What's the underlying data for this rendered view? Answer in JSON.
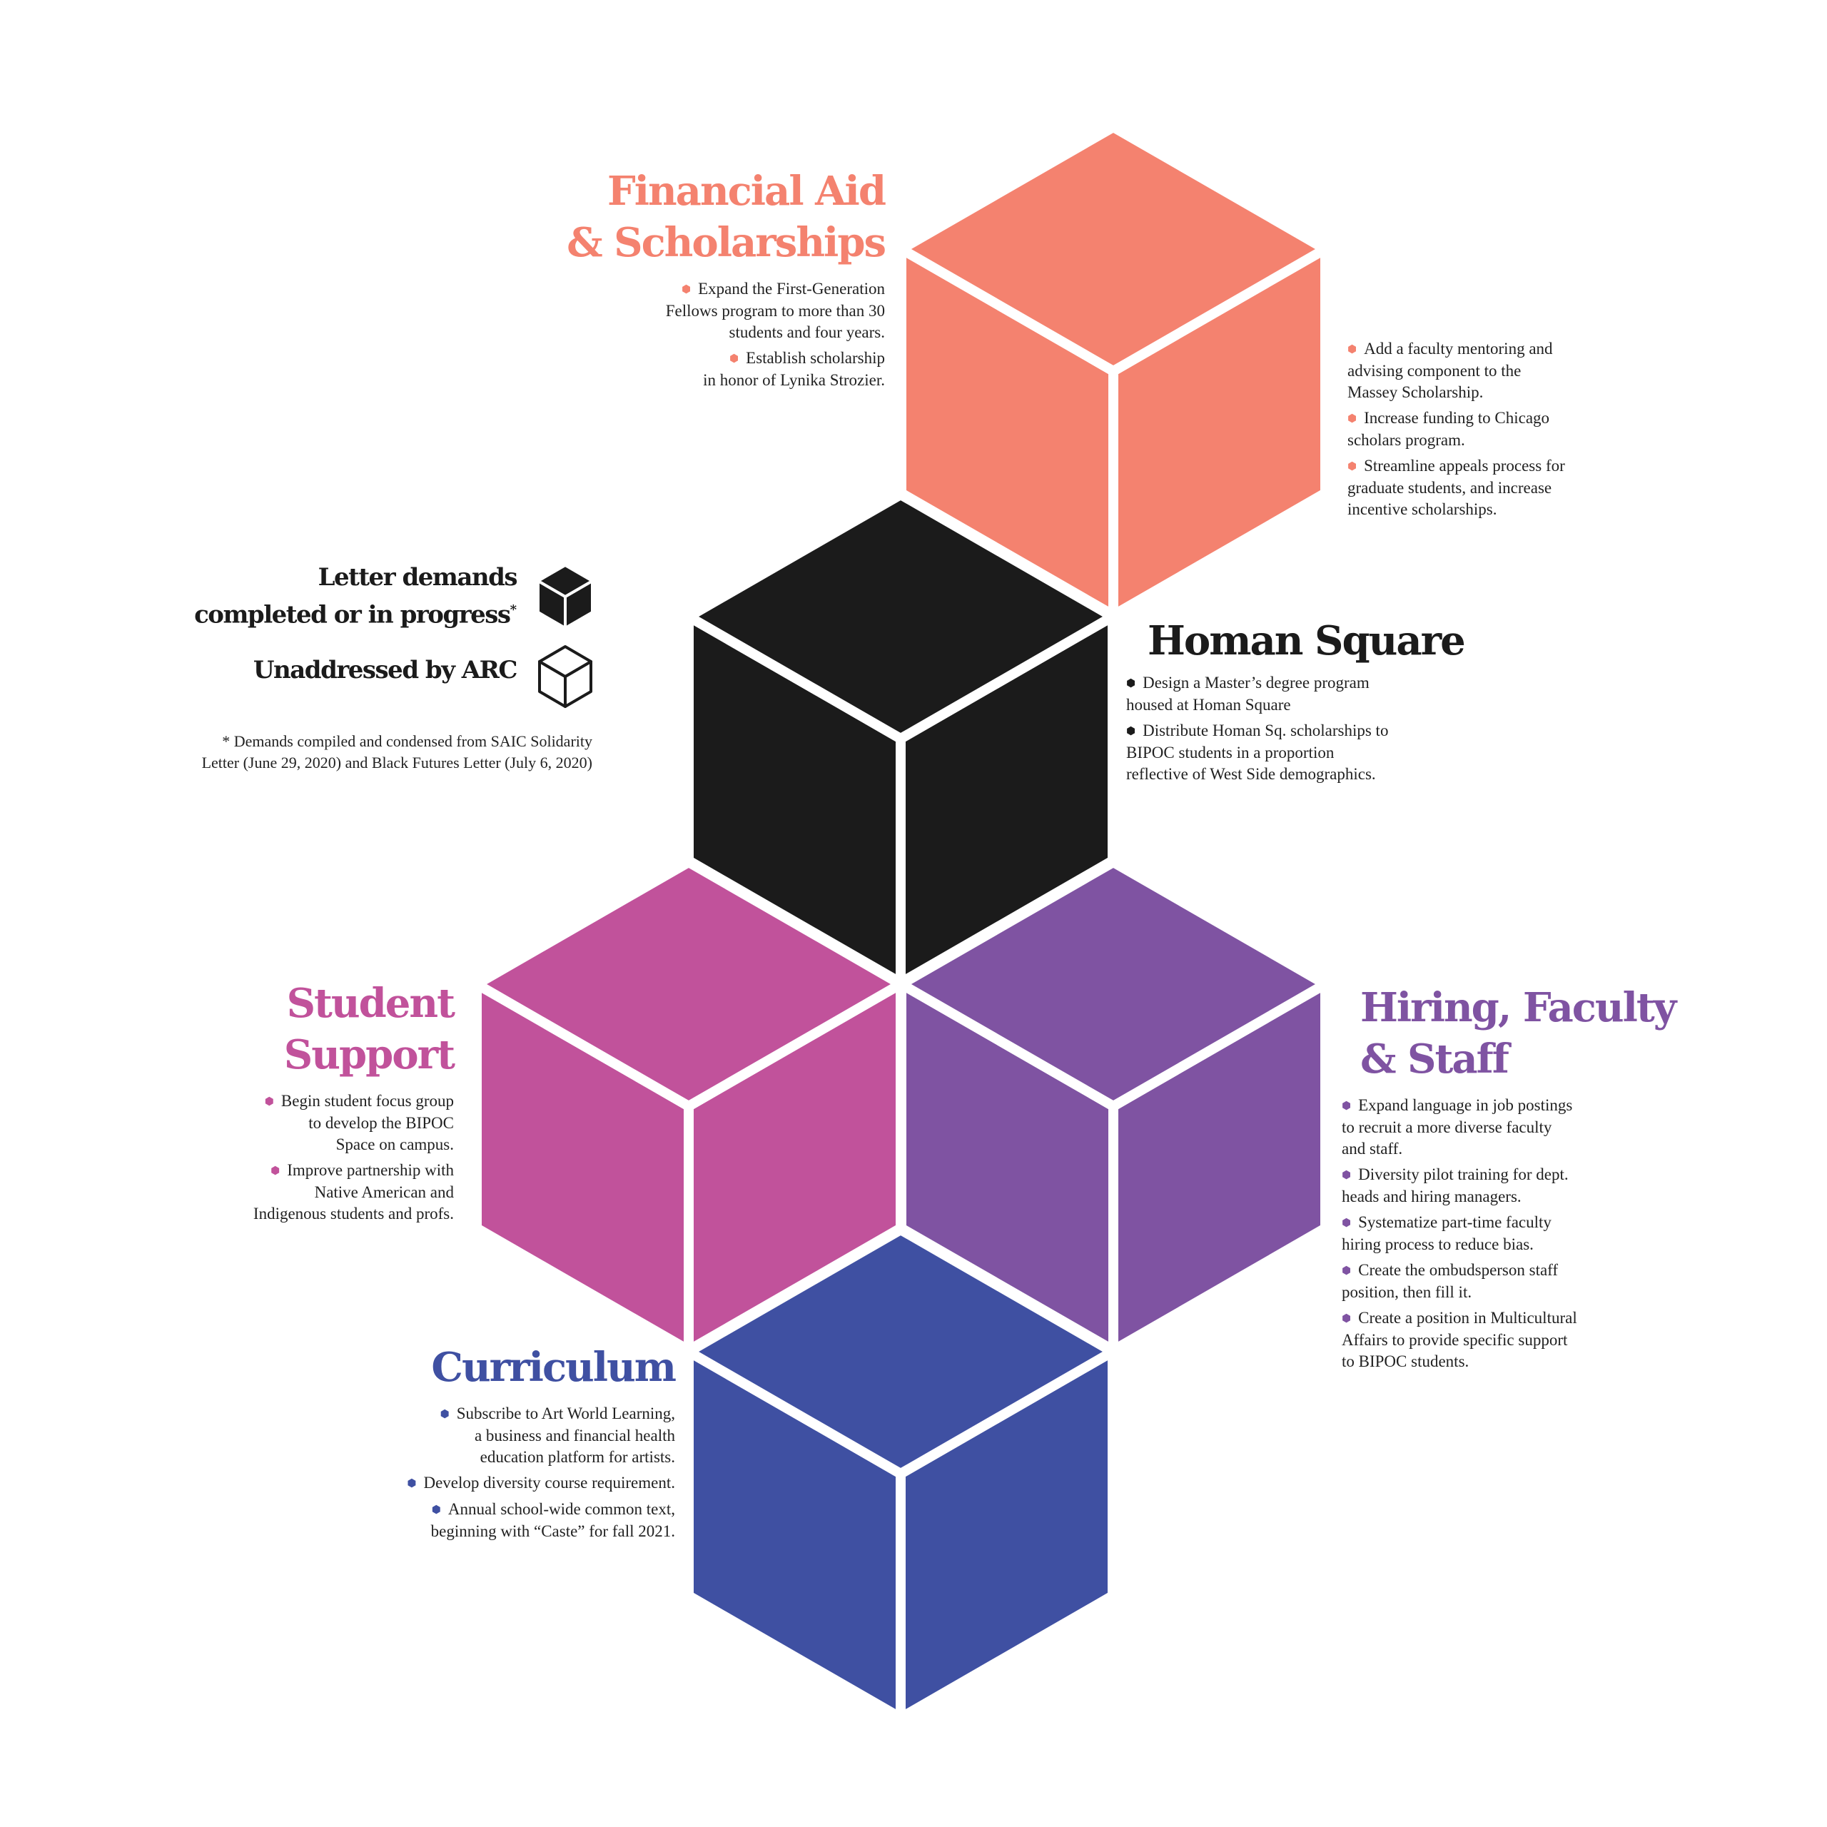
{
  "colors": {
    "financial": "#F4826F",
    "homan": "#1B1B1B",
    "student": "#C1529B",
    "hiring": "#7F53A2",
    "curriculum": "#3F50A2",
    "background": "#FFFFFF"
  },
  "sections": {
    "financial": {
      "title_lines": [
        "Financial Aid",
        "& Scholarships"
      ],
      "bullets_left": [
        "Expand the First-Generation\nFellows program to more than 30\nstudents and four years.",
        "Establish scholarship\nin honor of Lynika Strozier."
      ],
      "bullets_right": [
        "Add a faculty mentoring and\nadvising component to the\nMassey Scholarship.",
        "Increase funding to Chicago\nscholars program.",
        "Streamline appeals process for\ngraduate students, and increase\nincentive scholarships."
      ]
    },
    "homan": {
      "title_lines": [
        "Homan Square"
      ],
      "bullets": [
        "Design a Master’s degree program\nhoused at Homan Square",
        "Distribute Homan Sq. scholarships to\nBIPOC students in a proportion\nreflective of West Side demographics."
      ]
    },
    "student": {
      "title_lines": [
        "Student",
        "Support"
      ],
      "bullets": [
        "Begin student focus group\nto develop the BIPOC\nSpace on campus.",
        "Improve partnership with\nNative American and\nIndigenous students and profs."
      ]
    },
    "hiring": {
      "title_lines": [
        "Hiring, Faculty",
        "& Staff"
      ],
      "bullets": [
        "Expand language in job postings\nto recruit a more diverse faculty\nand staff.",
        "Diversity pilot training for dept.\nheads and hiring managers.",
        "Systematize part-time faculty\nhiring process to reduce bias.",
        "Create the ombudsperson staff\nposition, then fill it.",
        "Create a position in Multicultural\nAffairs to provide specific support\nto BIPOC students."
      ]
    },
    "curriculum": {
      "title_lines": [
        "Curriculum"
      ],
      "bullets": [
        "Subscribe to Art World Learning,\na business and financial health\neducation platform for artists.",
        "Develop diversity course requirement.",
        "Annual school-wide common text,\nbeginning with “Caste” for fall 2021."
      ]
    }
  },
  "legend": {
    "completed_label": "Letter demands\ncompleted or in progress",
    "completed_marker": "*",
    "unaddressed_label": "Unaddressed by ARC",
    "footnote": "* Demands compiled and condensed from SAIC Solidarity\nLetter (June 29, 2020) and Black Futures Letter (July 6, 2020)"
  },
  "icons": {
    "bullet": "hexagon-bullet-icon",
    "completed": "filled-cube-icon",
    "unaddressed": "outline-cube-icon"
  }
}
